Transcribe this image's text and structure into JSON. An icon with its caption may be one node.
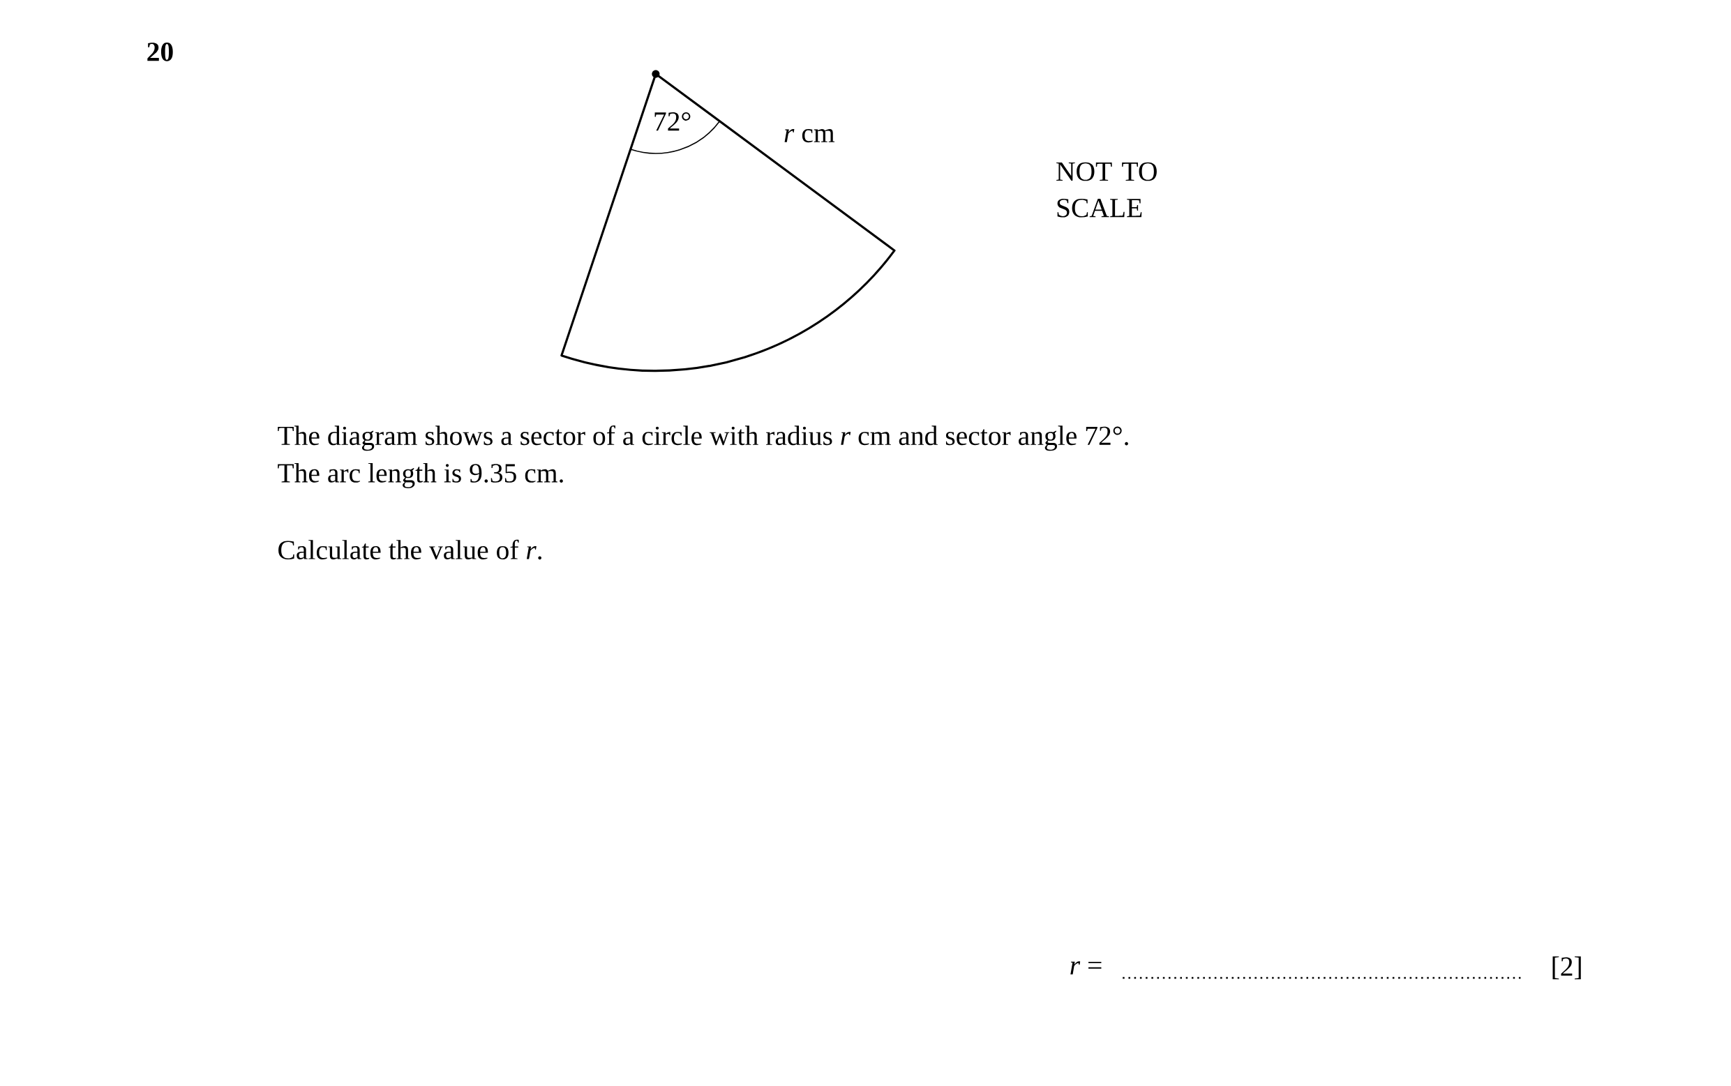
{
  "diagram": {
    "labels": [
      "20",
      "72°",
      "*r* cm",
      "NOT TO SCALE",
      "The diagram shows a sector of a circle with radius *r* cm and sector angle 72°.",
      "The arc length is 9.35 cm.",
      "Calculate the value of *r*.",
      "*r* =",
      "[2]"
    ]
  }
}
